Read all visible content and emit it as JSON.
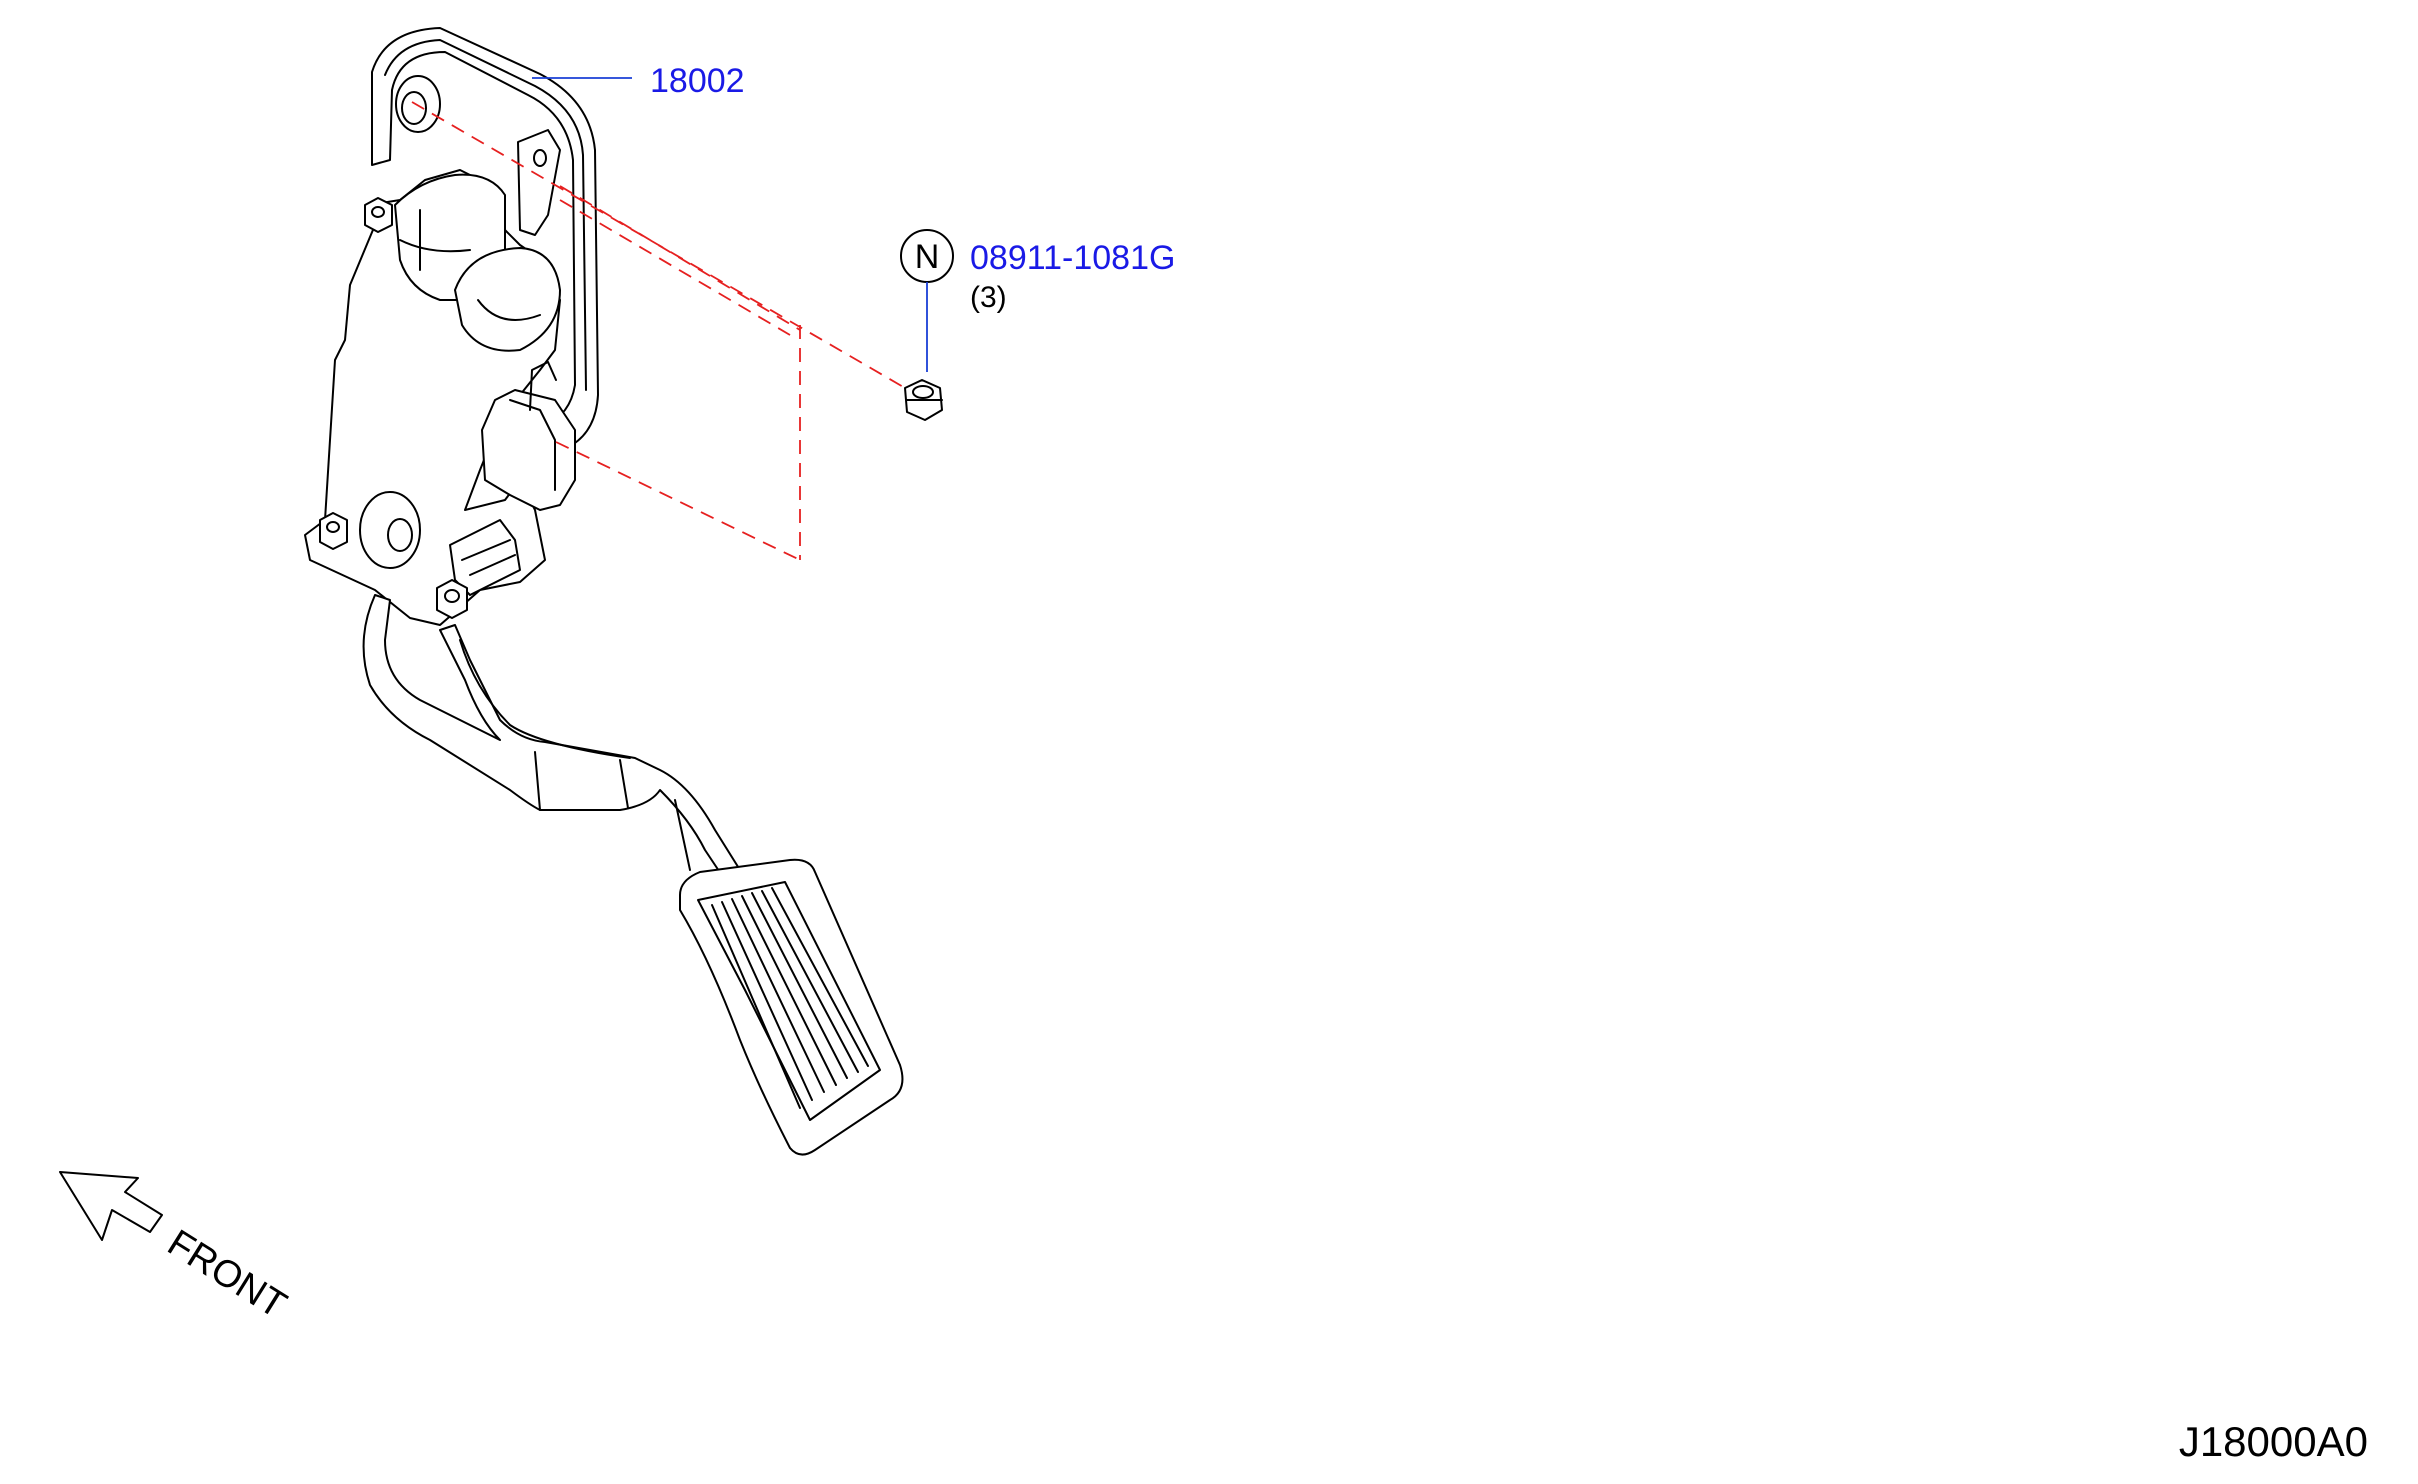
{
  "diagram": {
    "callouts": [
      {
        "part_number": "18002"
      },
      {
        "part_number": "08911-1081G",
        "quantity": "(3)",
        "marker": "N"
      }
    ],
    "direction_label": "FRONT",
    "diagram_code": "J18000A0",
    "colors": {
      "part_number": "#1a1ae6",
      "leader_line": "#1a3fd6",
      "hidden_line": "#e62020",
      "outline": "#000000"
    }
  }
}
